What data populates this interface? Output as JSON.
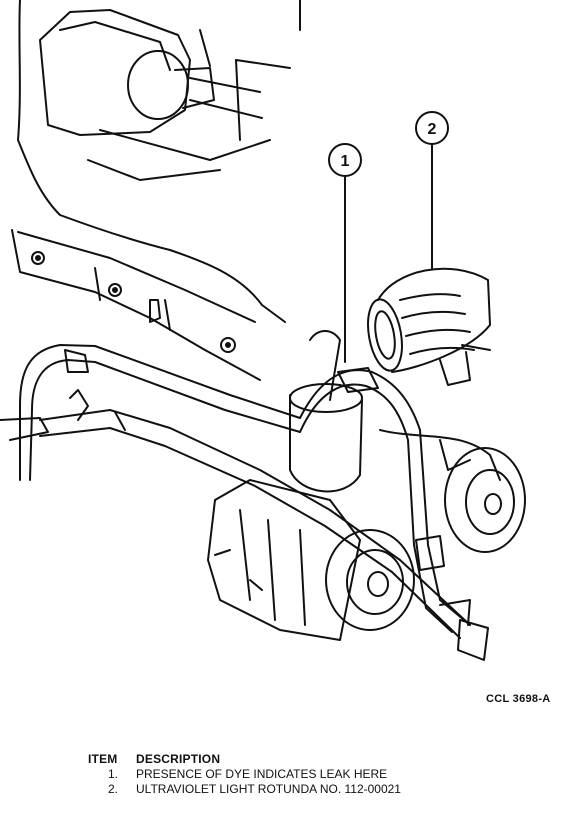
{
  "callouts": [
    {
      "number": "1"
    },
    {
      "number": "2"
    }
  ],
  "figure_code": "CCL 3698-A",
  "legend": {
    "item_header": "ITEM",
    "description_header": "DESCRIPTION",
    "items": [
      {
        "number": "1.",
        "description": "PRESENCE OF DYE INDICATES LEAK HERE"
      },
      {
        "number": "2.",
        "description": "ULTRAVIOLET LIGHT ROTUNDA NO. 112-00021"
      }
    ]
  }
}
